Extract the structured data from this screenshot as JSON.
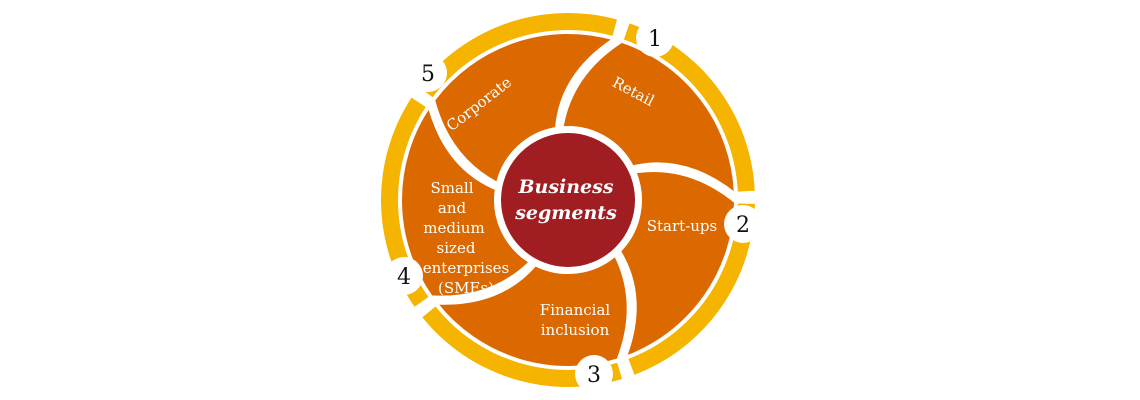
{
  "center": {
    "title_line1": "Business",
    "title_line2": "segments"
  },
  "segments": [
    {
      "number": "1",
      "label": "Retail"
    },
    {
      "number": "2",
      "label": "Start-ups"
    },
    {
      "number": "3",
      "label_lines": [
        "Financial",
        "inclusion"
      ]
    },
    {
      "number": "4",
      "label_lines": [
        "Small",
        "and",
        "medium",
        "sized",
        "enterprises",
        "(SMEs)"
      ]
    },
    {
      "number": "5",
      "label": "Corporate"
    }
  ],
  "colors": {
    "outer_ring": "#f5b400",
    "segment_fill": "#dc6900",
    "center_fill": "#a01e22",
    "center_border": "#ffffff",
    "label_text": "#ffffff",
    "number_bubble": "#ffffff",
    "number_text": "#111111"
  }
}
